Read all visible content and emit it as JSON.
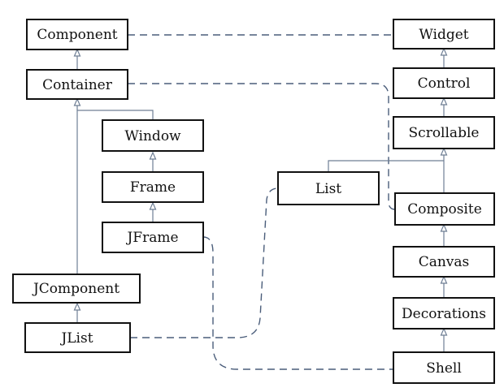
{
  "classes": {
    "component": "Component",
    "container": "Container",
    "window": "Window",
    "frame": "Frame",
    "jframe": "JFrame",
    "jcomponent": "JComponent",
    "jlist": "JList",
    "list": "List",
    "widget": "Widget",
    "control": "Control",
    "scrollable": "Scrollable",
    "composite": "Composite",
    "canvas": "Canvas",
    "decorations": "Decorations",
    "shell": "Shell"
  },
  "colors": {
    "box_border": "#111111",
    "inheritance_line": "#6f7f95",
    "association_dash": "#4a5d7a"
  }
}
